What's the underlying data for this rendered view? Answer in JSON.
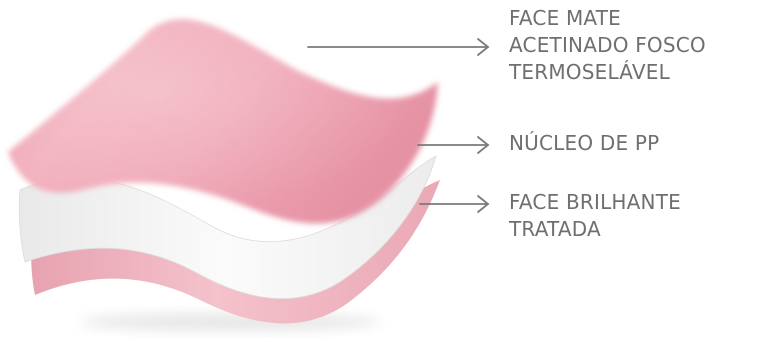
{
  "layers": {
    "top": {
      "lines": [
        "FACE MATE",
        "ACETINADO FOSCO",
        "TERMOSELÁVEL"
      ],
      "color": "#f2a9b8"
    },
    "core": {
      "lines": [
        "NÚCLEO DE PP"
      ],
      "color": "#f4f4f4"
    },
    "bottom": {
      "lines": [
        "FACE BRILHANTE",
        "TRATADA"
      ],
      "color": "#f0b5c0"
    }
  },
  "colors": {
    "label_text": "#6f6f6f",
    "leader_line": "#7a7a7a"
  }
}
